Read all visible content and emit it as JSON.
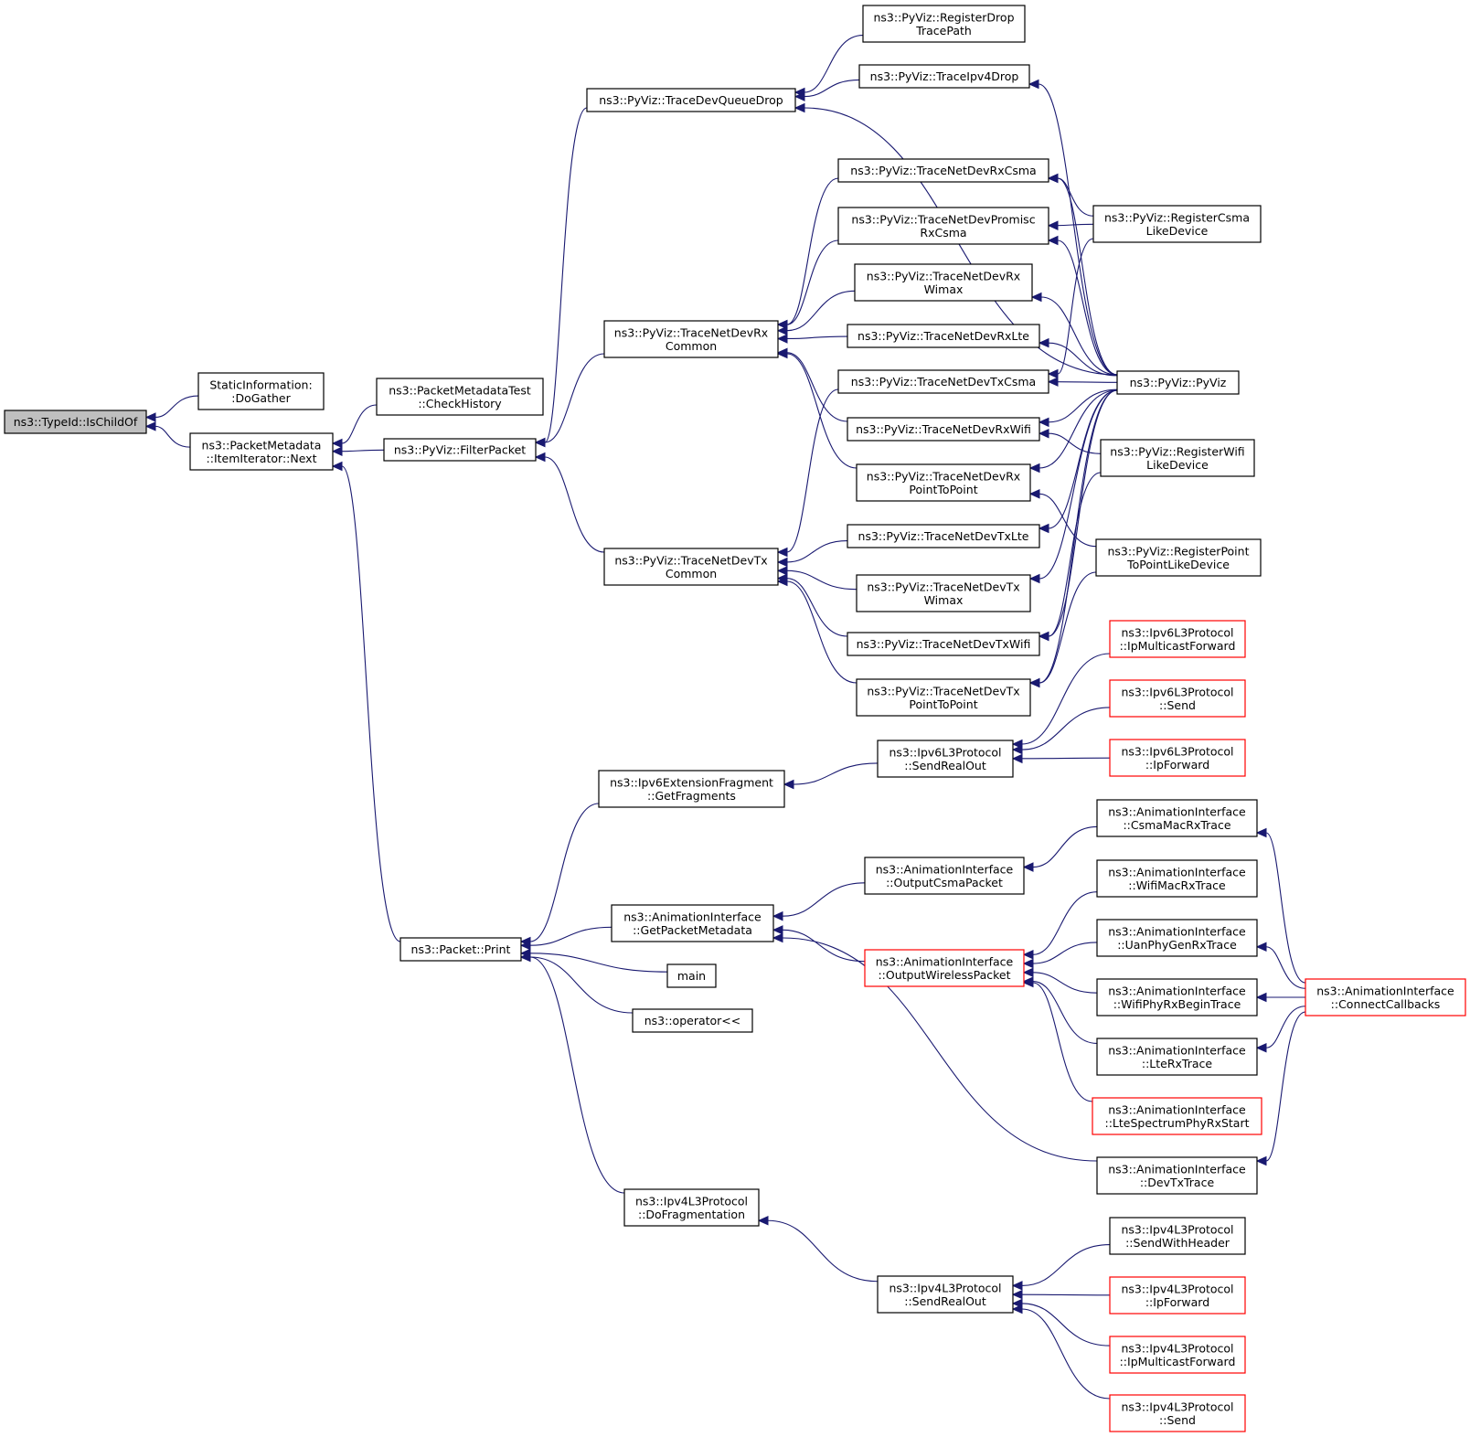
{
  "colors": {
    "edge": "#191970",
    "node_border": "#000000",
    "node_border_truncated": "#ff0000",
    "node_fill": "#ffffff",
    "root_fill": "#bfbfbf"
  },
  "nodes": [
    {
      "id": "isChildOf",
      "lines": [
        "ns3::TypeId::IsChildOf"
      ],
      "root": true
    },
    {
      "id": "doGather",
      "lines": [
        "StaticInformation:",
        ":DoGather"
      ]
    },
    {
      "id": "itNext",
      "lines": [
        "ns3::PacketMetadata",
        "::ItemIterator::Next"
      ]
    },
    {
      "id": "checkHistory",
      "lines": [
        "ns3::PacketMetadataTest",
        "::CheckHistory"
      ]
    },
    {
      "id": "filterPacket",
      "lines": [
        "ns3::PyViz::FilterPacket"
      ]
    },
    {
      "id": "traceDevQueueDrop",
      "lines": [
        "ns3::PyViz::TraceDevQueueDrop"
      ]
    },
    {
      "id": "registerDropTracePath",
      "lines": [
        "ns3::PyViz::RegisterDrop",
        "TracePath"
      ]
    },
    {
      "id": "traceIpv4Drop",
      "lines": [
        "ns3::PyViz::TraceIpv4Drop"
      ]
    },
    {
      "id": "rxCommon",
      "lines": [
        "ns3::PyViz::TraceNetDevRx",
        "Common"
      ]
    },
    {
      "id": "rxCsma",
      "lines": [
        "ns3::PyViz::TraceNetDevRxCsma"
      ]
    },
    {
      "id": "promiscRxCsma",
      "lines": [
        "ns3::PyViz::TraceNetDevPromisc",
        "RxCsma"
      ]
    },
    {
      "id": "rxWimax",
      "lines": [
        "ns3::PyViz::TraceNetDevRx",
        "Wimax"
      ]
    },
    {
      "id": "rxLte",
      "lines": [
        "ns3::PyViz::TraceNetDevRxLte"
      ]
    },
    {
      "id": "txCsma",
      "lines": [
        "ns3::PyViz::TraceNetDevTxCsma"
      ]
    },
    {
      "id": "rxWifi",
      "lines": [
        "ns3::PyViz::TraceNetDevRxWifi"
      ]
    },
    {
      "id": "rxP2P",
      "lines": [
        "ns3::PyViz::TraceNetDevRx",
        "PointToPoint"
      ]
    },
    {
      "id": "txCommon",
      "lines": [
        "ns3::PyViz::TraceNetDevTx",
        "Common"
      ]
    },
    {
      "id": "txLte",
      "lines": [
        "ns3::PyViz::TraceNetDevTxLte"
      ]
    },
    {
      "id": "txWimax",
      "lines": [
        "ns3::PyViz::TraceNetDevTx",
        "Wimax"
      ]
    },
    {
      "id": "txWifi",
      "lines": [
        "ns3::PyViz::TraceNetDevTxWifi"
      ]
    },
    {
      "id": "txP2P",
      "lines": [
        "ns3::PyViz::TraceNetDevTx",
        "PointToPoint"
      ]
    },
    {
      "id": "registerCsma",
      "lines": [
        "ns3::PyViz::RegisterCsma",
        "LikeDevice"
      ]
    },
    {
      "id": "pyViz",
      "lines": [
        "ns3::PyViz::PyViz"
      ]
    },
    {
      "id": "registerWifi",
      "lines": [
        "ns3::PyViz::RegisterWifi",
        "LikeDevice"
      ]
    },
    {
      "id": "registerP2P",
      "lines": [
        "ns3::PyViz::RegisterPoint",
        "ToPointLikeDevice"
      ]
    },
    {
      "id": "packetPrint",
      "lines": [
        "ns3::Packet::Print"
      ]
    },
    {
      "id": "getFragments",
      "lines": [
        "ns3::Ipv6ExtensionFragment",
        "::GetFragments"
      ]
    },
    {
      "id": "ipv6SendRealOut",
      "lines": [
        "ns3::Ipv6L3Protocol",
        "::SendRealOut"
      ]
    },
    {
      "id": "ipv6IpMulticastForward",
      "lines": [
        "ns3::Ipv6L3Protocol",
        "::IpMulticastForward"
      ],
      "truncated": true
    },
    {
      "id": "ipv6Send",
      "lines": [
        "ns3::Ipv6L3Protocol",
        "::Send"
      ],
      "truncated": true
    },
    {
      "id": "ipv6IpForward",
      "lines": [
        "ns3::Ipv6L3Protocol",
        "::IpForward"
      ],
      "truncated": true
    },
    {
      "id": "getPacketMetadata",
      "lines": [
        "ns3::AnimationInterface",
        "::GetPacketMetadata"
      ]
    },
    {
      "id": "main",
      "lines": [
        "main"
      ]
    },
    {
      "id": "operatorShl",
      "lines": [
        "ns3::operator<<"
      ]
    },
    {
      "id": "outputCsmaPacket",
      "lines": [
        "ns3::AnimationInterface",
        "::OutputCsmaPacket"
      ]
    },
    {
      "id": "outputWirelessPacket",
      "lines": [
        "ns3::AnimationInterface",
        "::OutputWirelessPacket"
      ],
      "truncated": true
    },
    {
      "id": "csmaMacRxTrace",
      "lines": [
        "ns3::AnimationInterface",
        "::CsmaMacRxTrace"
      ]
    },
    {
      "id": "wifiMacRxTrace",
      "lines": [
        "ns3::AnimationInterface",
        "::WifiMacRxTrace"
      ]
    },
    {
      "id": "uanPhyGenRxTrace",
      "lines": [
        "ns3::AnimationInterface",
        "::UanPhyGenRxTrace"
      ]
    },
    {
      "id": "wifiPhyRxBeginTrace",
      "lines": [
        "ns3::AnimationInterface",
        "::WifiPhyRxBeginTrace"
      ]
    },
    {
      "id": "lteRxTrace",
      "lines": [
        "ns3::AnimationInterface",
        "::LteRxTrace"
      ]
    },
    {
      "id": "lteSpectrumPhyRxStart",
      "lines": [
        "ns3::AnimationInterface",
        "::LteSpectrumPhyRxStart"
      ],
      "truncated": true
    },
    {
      "id": "devTxTrace",
      "lines": [
        "ns3::AnimationInterface",
        "::DevTxTrace"
      ]
    },
    {
      "id": "connectCallbacks",
      "lines": [
        "ns3::AnimationInterface",
        "::ConnectCallbacks"
      ],
      "truncated": true
    },
    {
      "id": "doFragmentation",
      "lines": [
        "ns3::Ipv4L3Protocol",
        "::DoFragmentation"
      ]
    },
    {
      "id": "ipv4SendRealOut",
      "lines": [
        "ns3::Ipv4L3Protocol",
        "::SendRealOut"
      ]
    },
    {
      "id": "ipv4SendWithHeader",
      "lines": [
        "ns3::Ipv4L3Protocol",
        "::SendWithHeader"
      ]
    },
    {
      "id": "ipv4IpForward",
      "lines": [
        "ns3::Ipv4L3Protocol",
        "::IpForward"
      ],
      "truncated": true
    },
    {
      "id": "ipv4IpMulticastForward",
      "lines": [
        "ns3::Ipv4L3Protocol",
        "::IpMulticastForward"
      ],
      "truncated": true
    },
    {
      "id": "ipv4Send",
      "lines": [
        "ns3::Ipv4L3Protocol",
        "::Send"
      ],
      "truncated": true
    }
  ],
  "edges": [
    {
      "from": "doGather",
      "to": "isChildOf"
    },
    {
      "from": "itNext",
      "to": "isChildOf"
    },
    {
      "from": "checkHistory",
      "to": "itNext"
    },
    {
      "from": "filterPacket",
      "to": "itNext"
    },
    {
      "from": "packetPrint",
      "to": "itNext"
    },
    {
      "from": "traceDevQueueDrop",
      "to": "filterPacket"
    },
    {
      "from": "rxCommon",
      "to": "filterPacket"
    },
    {
      "from": "txCommon",
      "to": "filterPacket"
    },
    {
      "from": "registerDropTracePath",
      "to": "traceDevQueueDrop"
    },
    {
      "from": "traceIpv4Drop",
      "to": "traceDevQueueDrop"
    },
    {
      "from": "pyViz",
      "to": "traceDevQueueDrop"
    },
    {
      "from": "pyViz",
      "to": "traceIpv4Drop"
    },
    {
      "from": "rxCsma",
      "to": "rxCommon"
    },
    {
      "from": "promiscRxCsma",
      "to": "rxCommon"
    },
    {
      "from": "rxWimax",
      "to": "rxCommon"
    },
    {
      "from": "rxLte",
      "to": "rxCommon"
    },
    {
      "from": "rxWifi",
      "to": "rxCommon"
    },
    {
      "from": "rxP2P",
      "to": "rxCommon"
    },
    {
      "from": "txCsma",
      "to": "txCommon"
    },
    {
      "from": "txLte",
      "to": "txCommon"
    },
    {
      "from": "txWimax",
      "to": "txCommon"
    },
    {
      "from": "txWifi",
      "to": "txCommon"
    },
    {
      "from": "txP2P",
      "to": "txCommon"
    },
    {
      "from": "registerCsma",
      "to": "rxCsma"
    },
    {
      "from": "pyViz",
      "to": "rxCsma"
    },
    {
      "from": "registerCsma",
      "to": "promiscRxCsma"
    },
    {
      "from": "pyViz",
      "to": "promiscRxCsma"
    },
    {
      "from": "pyViz",
      "to": "rxWimax"
    },
    {
      "from": "pyViz",
      "to": "rxLte"
    },
    {
      "from": "pyViz",
      "to": "txCsma"
    },
    {
      "from": "registerCsma",
      "to": "txCsma"
    },
    {
      "from": "pyViz",
      "to": "rxWifi"
    },
    {
      "from": "registerWifi",
      "to": "rxWifi"
    },
    {
      "from": "pyViz",
      "to": "rxP2P"
    },
    {
      "from": "registerP2P",
      "to": "rxP2P"
    },
    {
      "from": "pyViz",
      "to": "txLte"
    },
    {
      "from": "pyViz",
      "to": "txWimax"
    },
    {
      "from": "pyViz",
      "to": "txWifi"
    },
    {
      "from": "registerWifi",
      "to": "txWifi"
    },
    {
      "from": "pyViz",
      "to": "txP2P"
    },
    {
      "from": "registerP2P",
      "to": "txP2P"
    },
    {
      "from": "getFragments",
      "to": "packetPrint"
    },
    {
      "from": "getPacketMetadata",
      "to": "packetPrint"
    },
    {
      "from": "main",
      "to": "packetPrint"
    },
    {
      "from": "operatorShl",
      "to": "packetPrint"
    },
    {
      "from": "doFragmentation",
      "to": "packetPrint"
    },
    {
      "from": "ipv6SendRealOut",
      "to": "getFragments"
    },
    {
      "from": "ipv6IpMulticastForward",
      "to": "ipv6SendRealOut"
    },
    {
      "from": "ipv6Send",
      "to": "ipv6SendRealOut"
    },
    {
      "from": "ipv6IpForward",
      "to": "ipv6SendRealOut"
    },
    {
      "from": "outputCsmaPacket",
      "to": "getPacketMetadata"
    },
    {
      "from": "outputWirelessPacket",
      "to": "getPacketMetadata"
    },
    {
      "from": "devTxTrace",
      "to": "getPacketMetadata"
    },
    {
      "from": "csmaMacRxTrace",
      "to": "outputCsmaPacket"
    },
    {
      "from": "wifiMacRxTrace",
      "to": "outputWirelessPacket"
    },
    {
      "from": "uanPhyGenRxTrace",
      "to": "outputWirelessPacket"
    },
    {
      "from": "wifiPhyRxBeginTrace",
      "to": "outputWirelessPacket"
    },
    {
      "from": "lteRxTrace",
      "to": "outputWirelessPacket"
    },
    {
      "from": "lteSpectrumPhyRxStart",
      "to": "outputWirelessPacket"
    },
    {
      "from": "connectCallbacks",
      "to": "csmaMacRxTrace"
    },
    {
      "from": "connectCallbacks",
      "to": "uanPhyGenRxTrace"
    },
    {
      "from": "connectCallbacks",
      "to": "wifiPhyRxBeginTrace"
    },
    {
      "from": "connectCallbacks",
      "to": "lteRxTrace"
    },
    {
      "from": "connectCallbacks",
      "to": "devTxTrace"
    },
    {
      "from": "ipv4SendRealOut",
      "to": "doFragmentation"
    },
    {
      "from": "ipv4SendWithHeader",
      "to": "ipv4SendRealOut"
    },
    {
      "from": "ipv4IpForward",
      "to": "ipv4SendRealOut"
    },
    {
      "from": "ipv4IpMulticastForward",
      "to": "ipv4SendRealOut"
    },
    {
      "from": "ipv4Send",
      "to": "ipv4SendRealOut"
    }
  ]
}
